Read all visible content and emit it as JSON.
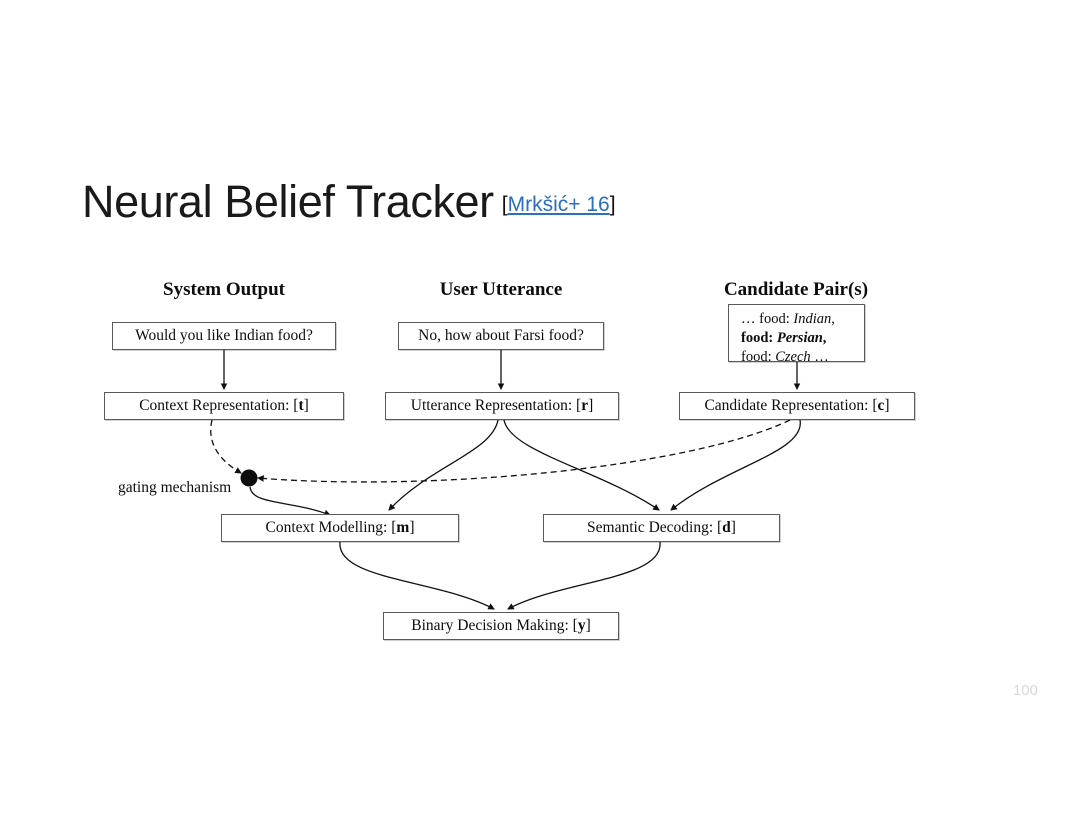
{
  "slide": {
    "title": "Neural Belief Tracker",
    "citation_open_bracket": "[",
    "citation_link": "Mrkšić+ 16",
    "citation_close_bracket": "]",
    "page_number": "100",
    "link_color": "#2a6fc0"
  },
  "diagram": {
    "headers": {
      "system_output": "System Output",
      "user_utterance": "User Utterance",
      "candidate_pairs": "Candidate Pair(s)"
    },
    "nodes": {
      "system_utterance": "Would you like Indian food?",
      "user_utterance": "No, how about Farsi food?",
      "candidate_lines": [
        {
          "prefix": "… food: ",
          "value": "Indian",
          "suffix": ",",
          "bold": false
        },
        {
          "prefix": "food: ",
          "value": "Persian",
          "suffix": ",",
          "bold": true
        },
        {
          "prefix": "food: ",
          "value": "Czech",
          "suffix": " …",
          "bold": false
        }
      ],
      "context_representation_label": "Context Representation: [",
      "context_representation_var": "t",
      "utterance_representation_label": "Utterance Representation: [",
      "utterance_representation_var": "r",
      "candidate_representation_label": "Candidate Representation: [",
      "candidate_representation_var": "c",
      "context_modelling_label": "Context Modelling: [",
      "context_modelling_var": "m",
      "semantic_decoding_label": "Semantic Decoding: [",
      "semantic_decoding_var": "d",
      "binary_decision_label": "Binary Decision Making: [",
      "binary_decision_var": "y",
      "bracket_close": "]"
    },
    "annotations": {
      "gating_mechanism": "gating mechanism"
    }
  }
}
